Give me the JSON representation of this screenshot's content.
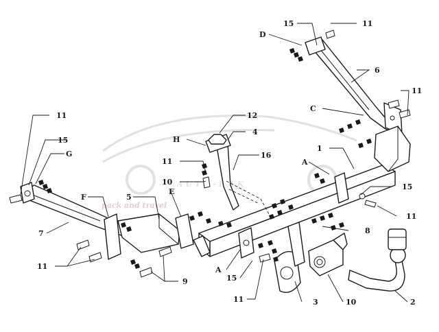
{
  "watermark": {
    "brand": "AUTO-HAK",
    "tagline": "pack and travel",
    "brand_color": "#c9c9c9",
    "tagline_color": "#d6a0a0"
  },
  "callouts": {
    "c1": "1",
    "c2": "2",
    "c3": "3",
    "c4": "4",
    "c5": "5",
    "c6": "6",
    "c7": "7",
    "c8": "8",
    "c9": "9",
    "c10_top": "10",
    "c10_bottom": "10",
    "c11_top_right": "11",
    "c11_right_upper": "11",
    "c11_right_mid": "11",
    "c11_left_upper": "11",
    "c11_bracket": "11",
    "c11_left_lower": "11",
    "c11_bottom": "11",
    "c12": "12",
    "c15_top": "15",
    "c15_left": "15",
    "c15_right": "15",
    "c15_bottom": "15",
    "c16": "16",
    "A_upper": "A",
    "A_lower": "A",
    "C": "C",
    "D": "D",
    "E": "E",
    "F": "F",
    "G": "G",
    "H": "H"
  }
}
